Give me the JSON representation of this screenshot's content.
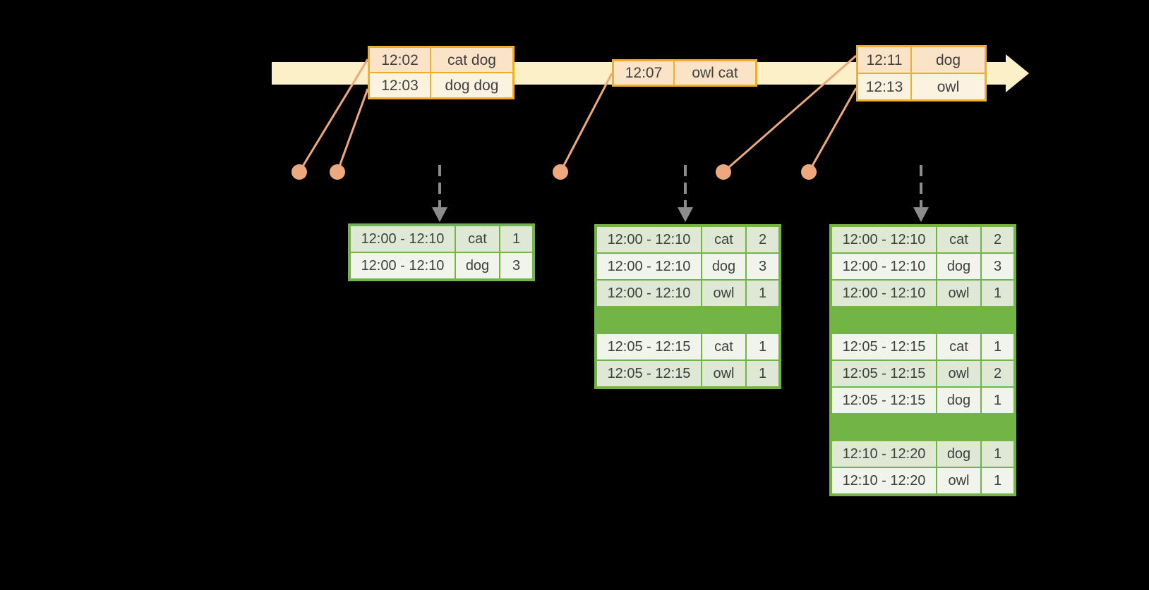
{
  "colors": {
    "background": "#000000",
    "timeline_band": "#FCF0C8",
    "event_table_border": "#F2AE24",
    "event_row_dark": "#FAE3C6",
    "event_row_light": "#FCF2E0",
    "connector_salmon": "#EDA87D",
    "result_table_border": "#72B445",
    "result_row_dark": "#DFE8D4",
    "result_row_light": "#F0F4EA",
    "dashed_arrow_gray": "#8C8C8C",
    "text": "#3F3F3F"
  },
  "event_tables": [
    {
      "rows": [
        {
          "time": "12:02",
          "words": "cat dog"
        },
        {
          "time": "12:03",
          "words": "dog dog"
        }
      ]
    },
    {
      "rows": [
        {
          "time": "12:07",
          "words": "owl cat"
        }
      ]
    },
    {
      "rows": [
        {
          "time": "12:11",
          "words": "dog"
        },
        {
          "time": "12:13",
          "words": "owl"
        }
      ]
    }
  ],
  "result_tables": [
    {
      "rows": [
        {
          "window": "12:00 - 12:10",
          "word": "cat",
          "count": "1"
        },
        {
          "window": "12:00 - 12:10",
          "word": "dog",
          "count": "3"
        }
      ]
    },
    {
      "rows": [
        {
          "window": "12:00 - 12:10",
          "word": "cat",
          "count": "2"
        },
        {
          "window": "12:00 - 12:10",
          "word": "dog",
          "count": "3"
        },
        {
          "window": "12:00 - 12:10",
          "word": "owl",
          "count": "1"
        },
        {
          "window": "12:05 - 12:15",
          "word": "cat",
          "count": "1"
        },
        {
          "window": "12:05 - 12:15",
          "word": "owl",
          "count": "1"
        }
      ]
    },
    {
      "rows": [
        {
          "window": "12:00 - 12:10",
          "word": "cat",
          "count": "2"
        },
        {
          "window": "12:00 - 12:10",
          "word": "dog",
          "count": "3"
        },
        {
          "window": "12:00 - 12:10",
          "word": "owl",
          "count": "1"
        },
        {
          "window": "12:05 - 12:15",
          "word": "cat",
          "count": "1"
        },
        {
          "window": "12:05 - 12:15",
          "word": "owl",
          "count": "2"
        },
        {
          "window": "12:05 - 12:15",
          "word": "dog",
          "count": "1"
        },
        {
          "window": "12:10 - 12:20",
          "word": "dog",
          "count": "1"
        },
        {
          "window": "12:10 - 12:20",
          "word": "owl",
          "count": "1"
        }
      ]
    }
  ]
}
